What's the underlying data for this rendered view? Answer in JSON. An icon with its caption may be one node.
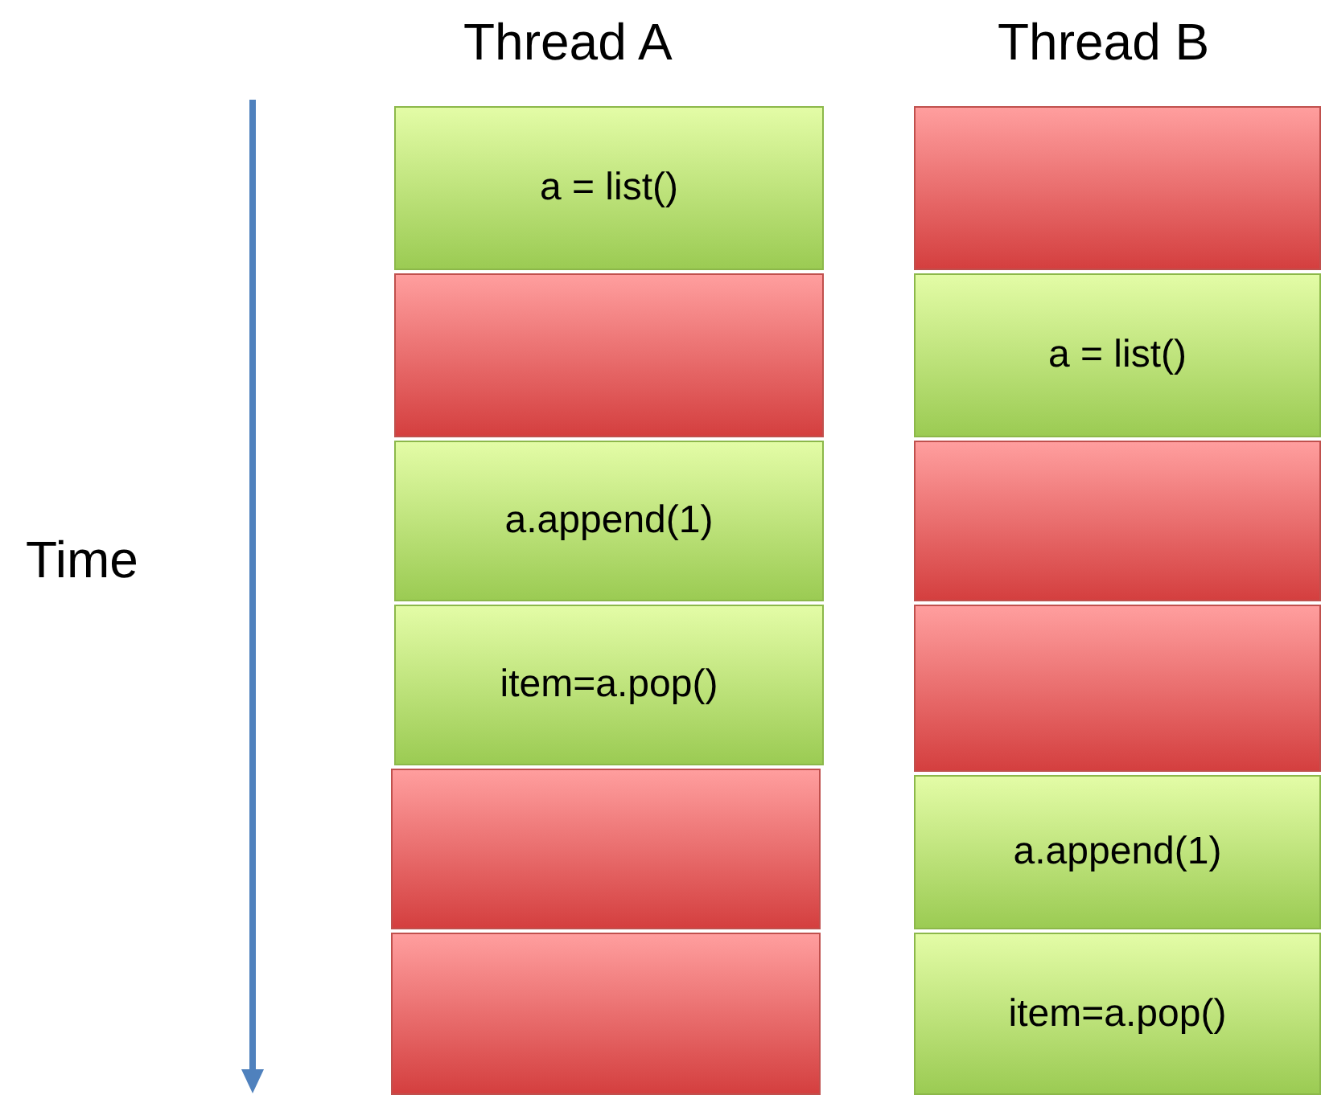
{
  "diagram": {
    "nodes": [
      {
        "text": [
          "a = list()"
        ]
      },
      {
        "text": [],
        "shape": "box"
      },
      {
        "text": [
          "a.append(1)"
        ]
      },
      {
        "text": [
          "item=a.pop()"
        ]
      },
      {
        "text": [],
        "shape": "box"
      },
      {
        "text": [],
        "shape": "box"
      },
      {
        "text": [],
        "shape": "box"
      },
      {
        "text": [
          "a = list()"
        ]
      },
      {
        "text": [],
        "shape": "box"
      },
      {
        "text": [],
        "shape": "box"
      },
      {
        "text": [
          "a.append(1)"
        ]
      },
      {
        "text": [
          "item=a.pop()"
        ]
      }
    ],
    "labels": [
      "Thread A",
      "Thread B",
      "Time"
    ]
  }
}
